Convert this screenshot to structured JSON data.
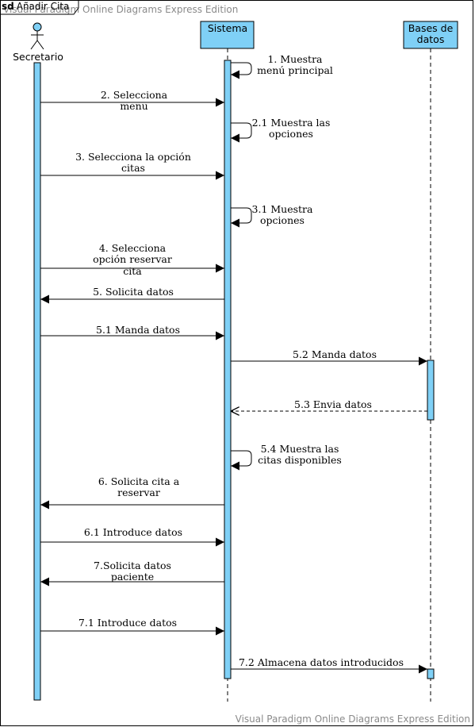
{
  "frame": {
    "keyword": "sd",
    "name": "Añadir Cita"
  },
  "watermarks": {
    "top": "Visual Paradigm Online Diagrams Express Edition",
    "bottom": "Visual Paradigm Online Diagrams Express Edition"
  },
  "participants": {
    "actor": {
      "name": "Secretario"
    },
    "system": {
      "name": "Sistema"
    },
    "database": {
      "name_line1": "Bases de",
      "name_line2": "datos"
    }
  },
  "colors": {
    "participant_fill": "#7fd0f6",
    "line": "#000000",
    "background": "#ffffff"
  },
  "messages": [
    {
      "id": "m1",
      "lines": [
        "1. Muestra",
        "menú principal"
      ]
    },
    {
      "id": "m2",
      "lines": [
        "2. Selecciona",
        "menu"
      ]
    },
    {
      "id": "m3",
      "lines": [
        "2.1 Muestra las",
        "opciones"
      ]
    },
    {
      "id": "m4",
      "lines": [
        "3. Selecciona la opción",
        "citas"
      ]
    },
    {
      "id": "m5",
      "lines": [
        "3.1 Muestra",
        "opciones"
      ]
    },
    {
      "id": "m6",
      "lines": [
        "4. Selecciona",
        "opción reservar",
        "cita"
      ]
    },
    {
      "id": "m7",
      "lines": [
        "5. Solicita datos"
      ]
    },
    {
      "id": "m8",
      "lines": [
        "5.1 Manda datos"
      ]
    },
    {
      "id": "m9",
      "lines": [
        "5.2 Manda datos"
      ]
    },
    {
      "id": "m10",
      "lines": [
        "5.3 Envia datos"
      ]
    },
    {
      "id": "m11",
      "lines": [
        "5.4 Muestra las",
        "citas disponibles"
      ]
    },
    {
      "id": "m12",
      "lines": [
        "6. Solicita cita a",
        "reservar"
      ]
    },
    {
      "id": "m13",
      "lines": [
        "6.1 Introduce datos"
      ]
    },
    {
      "id": "m14",
      "lines": [
        "7.Solicita datos",
        "paciente"
      ]
    },
    {
      "id": "m15",
      "lines": [
        "7.1 Introduce datos"
      ]
    },
    {
      "id": "m16",
      "lines": [
        "7.2 Almacena datos introducidos"
      ]
    }
  ]
}
